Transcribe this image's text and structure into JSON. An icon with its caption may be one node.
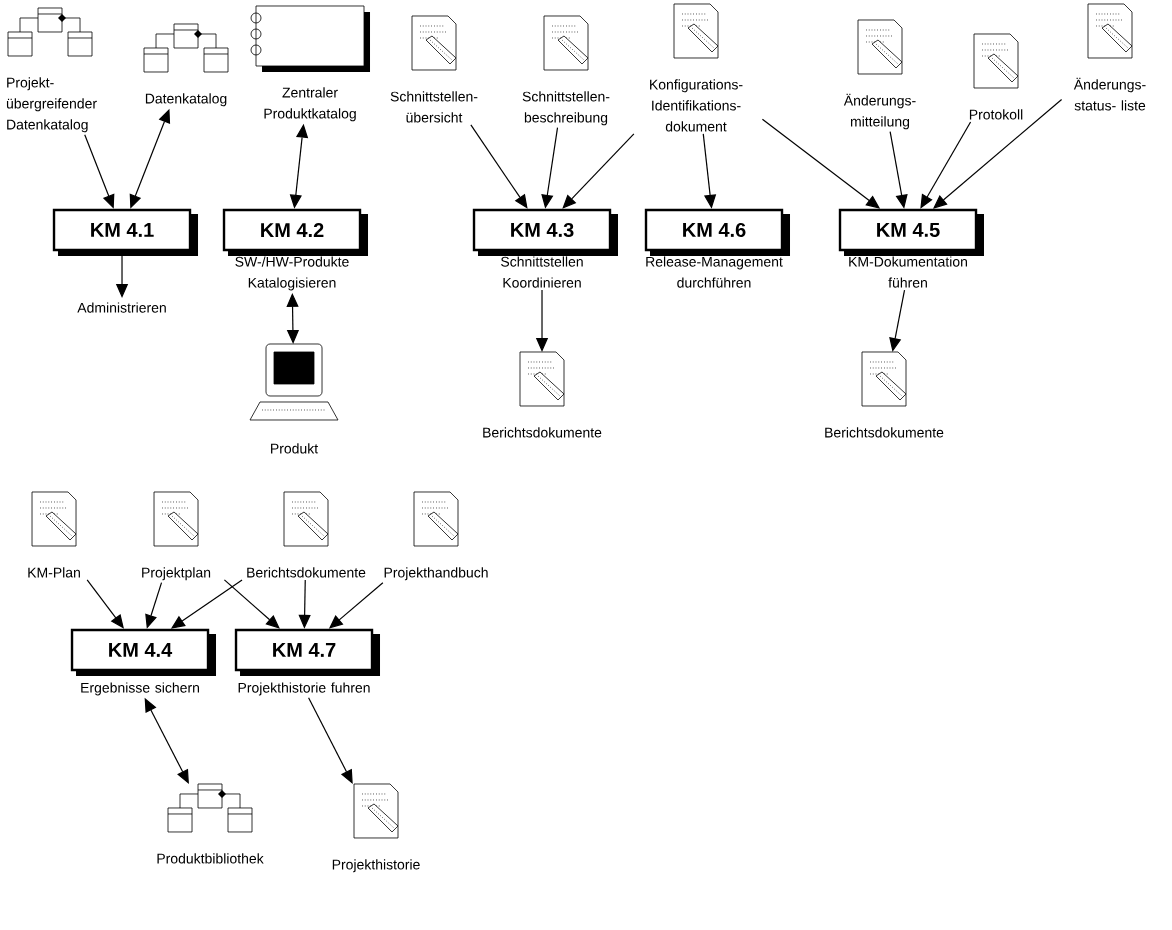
{
  "diagram": {
    "nodes": [
      {
        "text": [
          "Projekt- übergreifender Datenkatalog"
        ]
      },
      {
        "text": [
          "Datenkatalog"
        ]
      },
      {
        "text": [
          "Zentraler Produktkatalog"
        ]
      },
      {
        "text": [
          "Schnittstellen- übersicht"
        ]
      },
      {
        "text": [
          "Schnittstellen- beschreibung"
        ]
      },
      {
        "text": [
          "Konfigurations- Identifikations- dokument"
        ]
      },
      {
        "text": [
          "Änderungs- mitteilung"
        ]
      },
      {
        "text": [
          "Protokoll"
        ]
      },
      {
        "text": [
          "Änderungs- status- liste"
        ]
      },
      {
        "text": [
          "KM 4.1"
        ],
        "beside": [
          "Administrieren"
        ]
      },
      {
        "text": [
          "KM 4.2"
        ],
        "beside": [
          "SW-/HW-Produkte Katalogisieren"
        ]
      },
      {
        "text": [
          "Produkt"
        ]
      },
      {
        "text": [
          "KM 4.3"
        ],
        "beside": [
          "Schnittstellen Koordinieren"
        ]
      },
      {
        "text": [
          "KM 4.6"
        ],
        "beside": [
          "Release-Management durchführen"
        ]
      },
      {
        "text": [
          "KM 4.5"
        ],
        "beside": [
          "KM-Dokumentation führen"
        ]
      },
      {
        "text": [
          "Berichtsdokumente"
        ]
      },
      {
        "text": [
          "Berichtsdokumente"
        ]
      },
      {
        "text": [
          "KM-Plan"
        ]
      },
      {
        "text": [
          "Projektplan"
        ]
      },
      {
        "text": [
          "Berichtsdokumente"
        ]
      },
      {
        "text": [
          "Projekthandbuch"
        ]
      },
      {
        "text": [
          "KM 4.4"
        ],
        "beside": [
          "Ergebnisse sichern"
        ]
      },
      {
        "text": [
          "KM 4.7"
        ],
        "beside": [
          "Projekthistorie fuhren"
        ]
      },
      {
        "text": [
          "Produktbibliothek"
        ]
      },
      {
        "text": [
          "Projekthistorie"
        ]
      }
    ],
    "edges": [
      {
        "from": 0,
        "to": 9,
        "arrow": "to"
      },
      {
        "from": 9,
        "to": 1,
        "arrow": "both"
      },
      {
        "from": 9,
        "to": null,
        "arrow": "to"
      },
      {
        "from": 2,
        "to": 10,
        "arrow": "both"
      },
      {
        "from": 10,
        "to": 11,
        "arrow": "both"
      },
      {
        "from": 3,
        "to": 12,
        "arrow": "to"
      },
      {
        "from": 4,
        "to": 12,
        "arrow": "to"
      },
      {
        "from": 5,
        "to": 12,
        "arrow": "to"
      },
      {
        "from": 5,
        "to": 13,
        "arrow": "to"
      },
      {
        "from": 5,
        "to": 14,
        "arrow": "to"
      },
      {
        "from": 6,
        "to": 14,
        "arrow": "to"
      },
      {
        "from": 7,
        "to": 14,
        "arrow": "to"
      },
      {
        "from": 8,
        "to": 14,
        "arrow": "to"
      },
      {
        "from": 12,
        "to": 15,
        "arrow": "to"
      },
      {
        "from": 14,
        "to": 16,
        "arrow": "to"
      },
      {
        "from": 17,
        "to": 21,
        "arrow": "to"
      },
      {
        "from": 18,
        "to": 21,
        "arrow": "to"
      },
      {
        "from": 19,
        "to": 21,
        "arrow": "to"
      },
      {
        "from": 18,
        "to": 22,
        "arrow": "to"
      },
      {
        "from": 19,
        "to": 22,
        "arrow": "to"
      },
      {
        "from": 20,
        "to": 22,
        "arrow": "to"
      },
      {
        "from": 21,
        "to": 23,
        "arrow": "both"
      },
      {
        "from": 22,
        "to": 24,
        "arrow": "to"
      }
    ]
  }
}
